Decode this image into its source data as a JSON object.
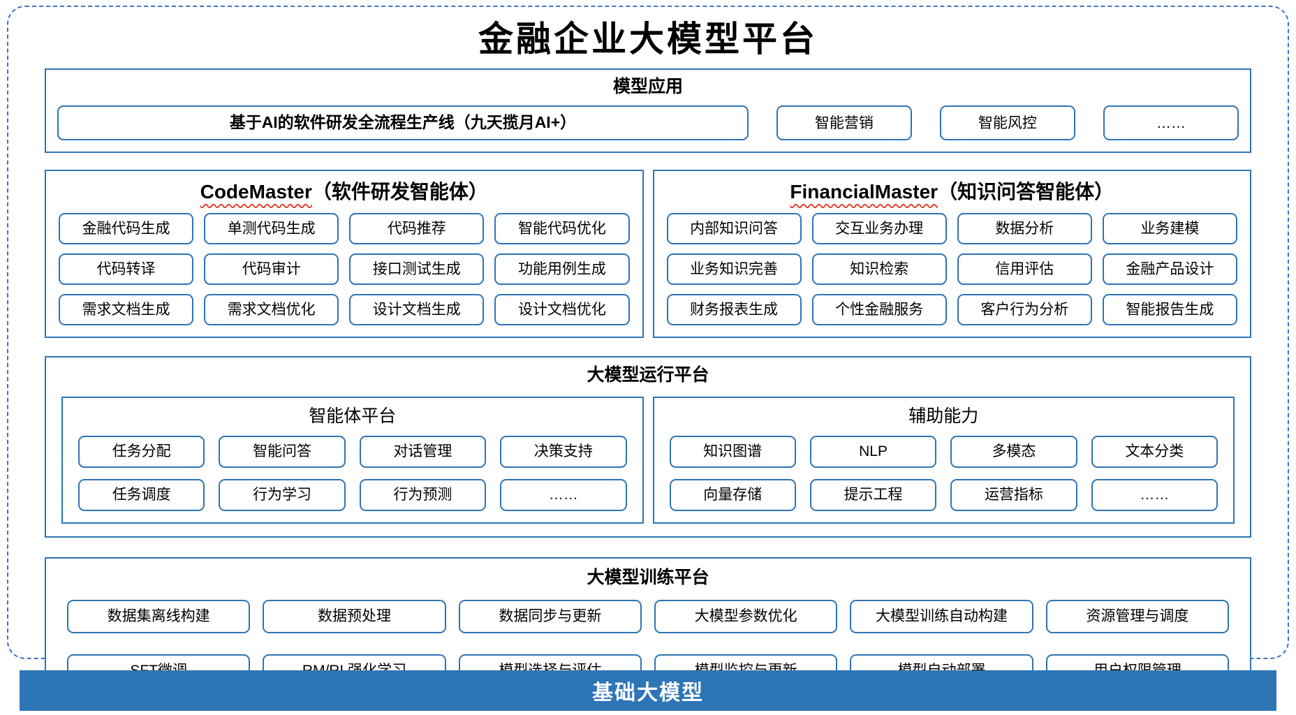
{
  "title": "金融企业大模型平台",
  "colors": {
    "border_blue": "#2E74B5",
    "dashed_blue": "#4472C4",
    "bar_blue": "#2E75B6",
    "underline_red": "#E5432E"
  },
  "sections": {
    "model_app": {
      "title": "模型应用",
      "main_item": "基于AI的软件研发全流程生产线（九天揽月AI+）",
      "items": [
        "智能营销",
        "智能风控",
        "……"
      ]
    },
    "code_master": {
      "title_en": "CodeMaster",
      "title_zh": "（软件研发智能体）",
      "items": [
        "金融代码生成",
        "单测代码生成",
        "代码推荐",
        "智能代码优化",
        "代码转译",
        "代码审计",
        "接口测试生成",
        "功能用例生成",
        "需求文档生成",
        "需求文档优化",
        "设计文档生成",
        "设计文档优化"
      ]
    },
    "financial_master": {
      "title_en": "FinancialMaster",
      "title_zh": "（知识问答智能体）",
      "items": [
        "内部知识问答",
        "交互业务办理",
        "数据分析",
        "业务建模",
        "业务知识完善",
        "知识检索",
        "信用评估",
        "金融产品设计",
        "财务报表生成",
        "个性金融服务",
        "客户行为分析",
        "智能报告生成"
      ]
    },
    "runtime": {
      "title": "大模型运行平台",
      "agent_platform": {
        "title": "智能体平台",
        "items": [
          "任务分配",
          "智能问答",
          "对话管理",
          "决策支持",
          "任务调度",
          "行为学习",
          "行为预测",
          "……"
        ]
      },
      "aux": {
        "title": "辅助能力",
        "items": [
          "知识图谱",
          "NLP",
          "多模态",
          "文本分类",
          "向量存储",
          "提示工程",
          "运营指标",
          "……"
        ]
      }
    },
    "training": {
      "title": "大模型训练平台",
      "items": [
        "数据集离线构建",
        "数据预处理",
        "数据同步与更新",
        "大模型参数优化",
        "大模型训练自动构建",
        "资源管理与调度",
        "SFT微调",
        "RM/RL强化学习",
        "模型选择与评估",
        "模型监控与更新",
        "模型自动部署",
        "用户权限管理"
      ]
    },
    "foundation": {
      "title": "基础大模型"
    }
  }
}
